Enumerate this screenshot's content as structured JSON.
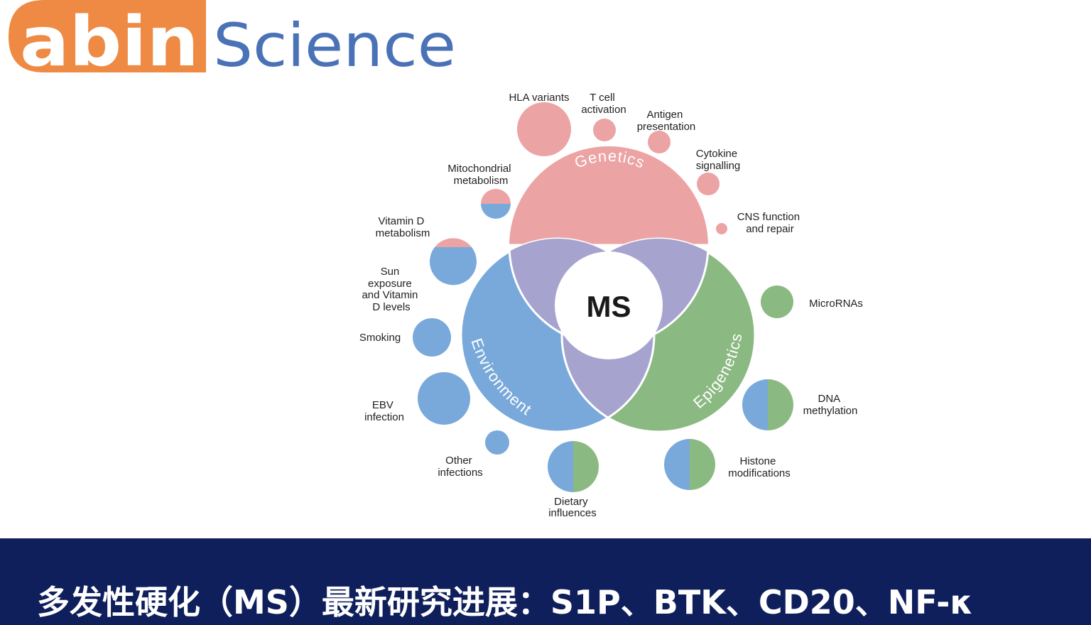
{
  "logo": {
    "abin": "abin",
    "science": "Science",
    "brand_orange": "#ee8a43",
    "brand_blue": "#4a72b6"
  },
  "diagram": {
    "center": "MS",
    "regions": {
      "genetics": {
        "label": "Genetics",
        "color": "#eca3a4"
      },
      "environment": {
        "label": "Environment",
        "color": "#79a9da"
      },
      "epigenetics": {
        "label": "Epigenetics",
        "color": "#8bb982"
      },
      "overlap_color": "#a6a4cf"
    },
    "factors": {
      "hla_variants": [
        "HLA variants"
      ],
      "t_cell_activation": [
        "T cell",
        "activation"
      ],
      "antigen_presentation": [
        "Antigen",
        "presentation"
      ],
      "cytokine_signalling": [
        "Cytokine",
        "signalling"
      ],
      "cns_function": [
        "CNS function",
        "and repair"
      ],
      "mitochondrial_metabolism": [
        "Mitochondrial",
        "metabolism"
      ],
      "vitamin_d_metabolism": [
        "Vitamin D",
        "metabolism"
      ],
      "sun_exposure": [
        "Sun",
        "exposure",
        "and Vitamin",
        "D levels"
      ],
      "smoking": [
        "Smoking"
      ],
      "ebv_infection": [
        "EBV",
        "infection"
      ],
      "other_infections": [
        "Other",
        "infections"
      ],
      "dietary_influences": [
        "Dietary",
        "influences"
      ],
      "micrornas": [
        "MicroRNAs"
      ],
      "dna_methylation": [
        "DNA",
        "methylation"
      ],
      "histone_modifications": [
        "Histone",
        "modifications"
      ]
    }
  },
  "footer": {
    "title": "多发性硬化（MS）最新研究进展：S1P、BTK、CD20、NF-κ",
    "background": "#0f1f5c"
  }
}
